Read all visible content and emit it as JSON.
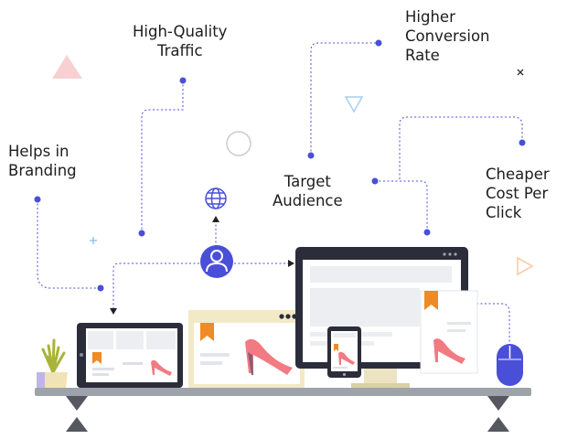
{
  "labels": {
    "traffic": [
      "High-Quality",
      "Traffic"
    ],
    "conversion": [
      "Higher",
      "Conversion",
      "Rate"
    ],
    "branding": [
      "Helps in",
      "Branding"
    ],
    "audience": [
      "Target",
      "Audience"
    ],
    "cpc": [
      "Cheaper",
      "Cost Per",
      "Click"
    ]
  },
  "colors": {
    "accent": "#4a4fd8",
    "brand_orange": "#f08a24",
    "shoe_pink": "#f27a82",
    "panel_cream": "#f3e9c6",
    "device_dark": "#2b2d3a",
    "table_gray": "#9ea3ab"
  },
  "icons": [
    "user-icon",
    "globe-icon",
    "mouse-icon",
    "plant-icon",
    "bookmark-icon",
    "shoe-icon"
  ]
}
